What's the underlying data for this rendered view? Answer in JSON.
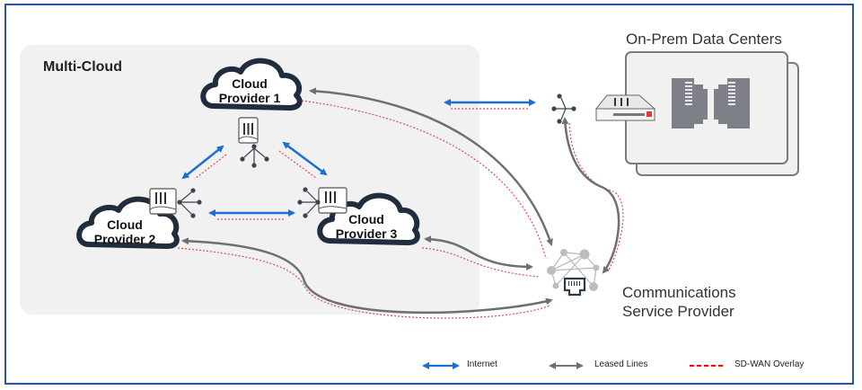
{
  "regions": {
    "multi_cloud": "Multi-Cloud",
    "on_prem": "On-Prem Data Centers",
    "csp_line1": "Communications",
    "csp_line2": "Service Provider"
  },
  "clouds": [
    {
      "line1": "Cloud",
      "line2": "Provider 1"
    },
    {
      "line1": "Cloud",
      "line2": "Provider 2"
    },
    {
      "line1": "Cloud",
      "line2": "Provider 3"
    }
  ],
  "legend": [
    {
      "label": "Internet",
      "color": "#1a6fd0",
      "style": "double-arrow"
    },
    {
      "label": "Leased Lines",
      "color": "#777777",
      "style": "double-arrow"
    },
    {
      "label": "SD-WAN Overlay",
      "color": "#ee1111",
      "style": "dashed"
    }
  ],
  "colors": {
    "internet": "#1a6fd0",
    "leased": "#6f6f6f",
    "sdwan": "#e84a4a",
    "frame": "#2a55a0",
    "cloud_outline": "#1f2d3d"
  }
}
